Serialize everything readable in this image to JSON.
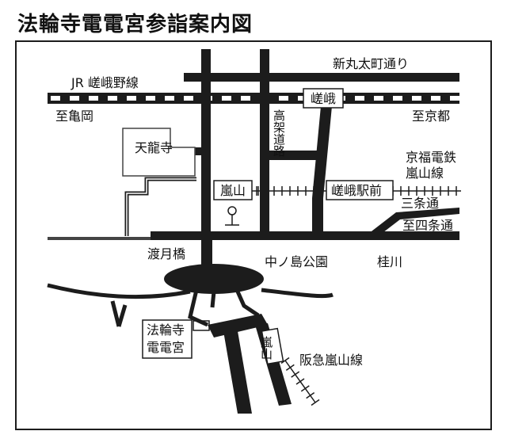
{
  "title": "法輪寺電電宮参詣案内図",
  "labels": {
    "jr_line": "JR 嵯峨野線",
    "to_kameoka": "至亀岡",
    "to_kyoto": "至京都",
    "shinmarutamachi": "新丸太町通り",
    "saga_station": "嵯峨",
    "koukadouro": "高架道路",
    "tenryuji": "天龍寺",
    "keifuku_line": "京福電鉄\n嵐山線",
    "arashiyama_station_keifuku": "嵐山",
    "saga_ekimae": "嵯峨駅前",
    "sanjo_dori": "三条通",
    "to_shijo_dori": "至四条通",
    "togetsukyo": "渡月橋",
    "nakanoshima_park": "中ノ島公園",
    "katsuragawa": "桂川",
    "horinji_denden": "法輪寺\n電電宮",
    "arashiyama_station_hankyu": "嵐山",
    "hankyu_line": "阪急嵐山線"
  },
  "icons": {
    "post_office": "post-office-symbol"
  },
  "colors": {
    "ink": "#1c1c1c",
    "paper": "#ffffff"
  }
}
